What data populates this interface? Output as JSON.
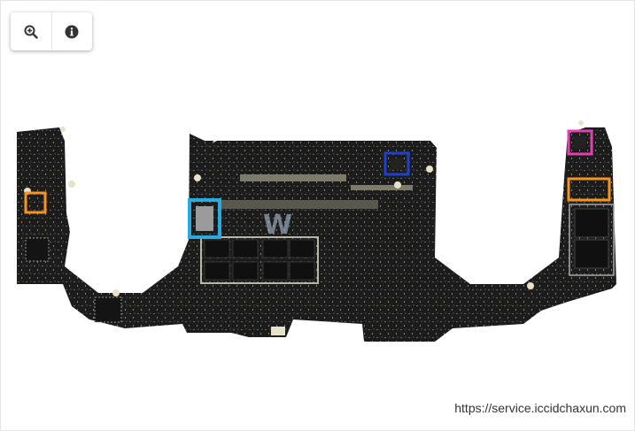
{
  "toolbar": {
    "zoom_icon": "zoom-in-icon",
    "info_icon": "info-icon"
  },
  "image": {
    "subject": "logic board",
    "highlight_colors": {
      "orange": "#f7931e",
      "blue": "#1f3fd1",
      "cyan": "#29abe2",
      "magenta": "#e23fb0"
    },
    "logo_text": "W"
  },
  "watermark": {
    "text": "https://service.iccidchaxun.com"
  }
}
